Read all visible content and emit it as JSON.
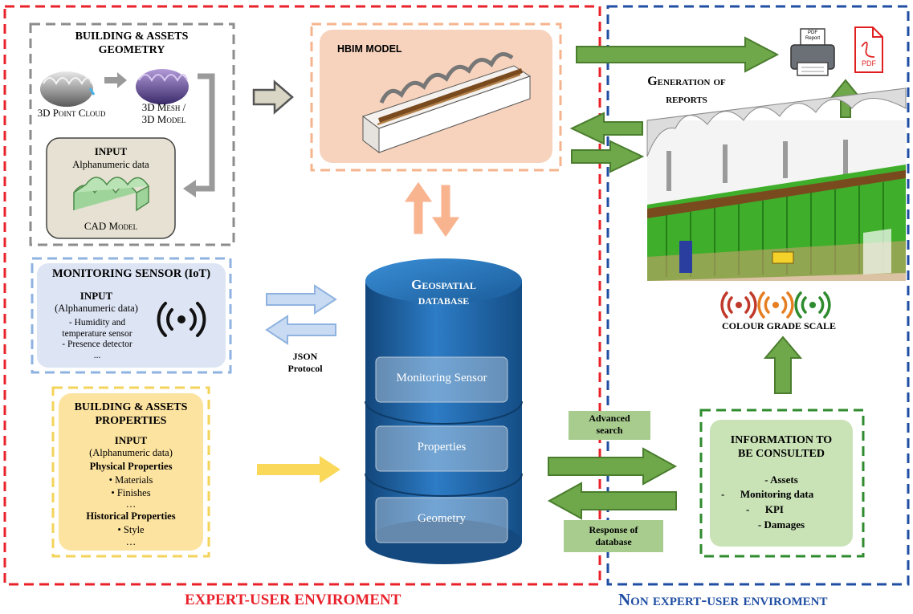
{
  "environments": {
    "expert": "EXPERT-USER ENVIROMENT",
    "non_expert": "Non expert-user enviroment"
  },
  "geometry_box": {
    "title_line1": "BUILDING & ASSETS",
    "title_line2": "GEOMETRY",
    "point_cloud": "3D Point Cloud",
    "mesh_line1": "3D Mesh /",
    "mesh_line2": "3D Model",
    "input_title": "INPUT",
    "input_subtitle": "Alphanumeric data",
    "cad_model": "CAD Model"
  },
  "hbim": {
    "title": "HBIM MODEL"
  },
  "sensor_box": {
    "title": "MONITORING SENSOR (IoT)",
    "input_title": "INPUT",
    "input_subtitle": "(Alphanumeric data)",
    "item1_line1": "- Humidity and",
    "item1_line2": "temperature sensor",
    "item2": "- Presence detector",
    "ellipsis": "..."
  },
  "json_label": {
    "line1": "JSON",
    "line2": "Protocol"
  },
  "properties_box": {
    "title_line1": "BUILDING & ASSETS",
    "title_line2": "PROPERTIES",
    "input_title": "INPUT",
    "input_subtitle": "(Alphanumeric data)",
    "physical_title": "Physical Properties",
    "physical_items": [
      "•  Materials",
      "•  Finishes",
      "…"
    ],
    "historical_title": "Historical Properties",
    "historical_items": [
      "•  Style",
      "…"
    ]
  },
  "database": {
    "title_line1": "Geospatial",
    "title_line2": "database",
    "layer1": "Monitoring Sensor",
    "layer2": "Properties",
    "layer3": "Geometry"
  },
  "reports": {
    "title_line1": "Generation of",
    "title_line2": "reports",
    "printer_label_line1": "PDF",
    "printer_label_line2": "Report",
    "pdf_label": "PDF"
  },
  "colour_scale": {
    "label": "COLOUR GRADE SCALE",
    "colors": [
      "#c0392b",
      "#e67e22",
      "#2e8b2e"
    ]
  },
  "search": {
    "advanced_line1": "Advanced",
    "advanced_line2": "search",
    "response_line1": "Response of",
    "response_line2": "database"
  },
  "info_box": {
    "title_line1": "INFORMATION TO",
    "title_line2": "BE CONSULTED",
    "items": [
      "- Assets",
      "-      Monitoring data",
      "-      KPI",
      "- Damages"
    ]
  },
  "colors": {
    "expert_frame": "#e8212a",
    "non_expert_frame": "#1f4ea3",
    "geometry_frame": "#8c8c8c",
    "sensor_frame": "#8fb3e0",
    "properties_frame": "#f3d35a",
    "hbim_frame": "#f6b48e",
    "info_frame": "#2e8b2e",
    "green_arrow": "#5e9a3c",
    "db_blue": "#1d5f9e"
  }
}
